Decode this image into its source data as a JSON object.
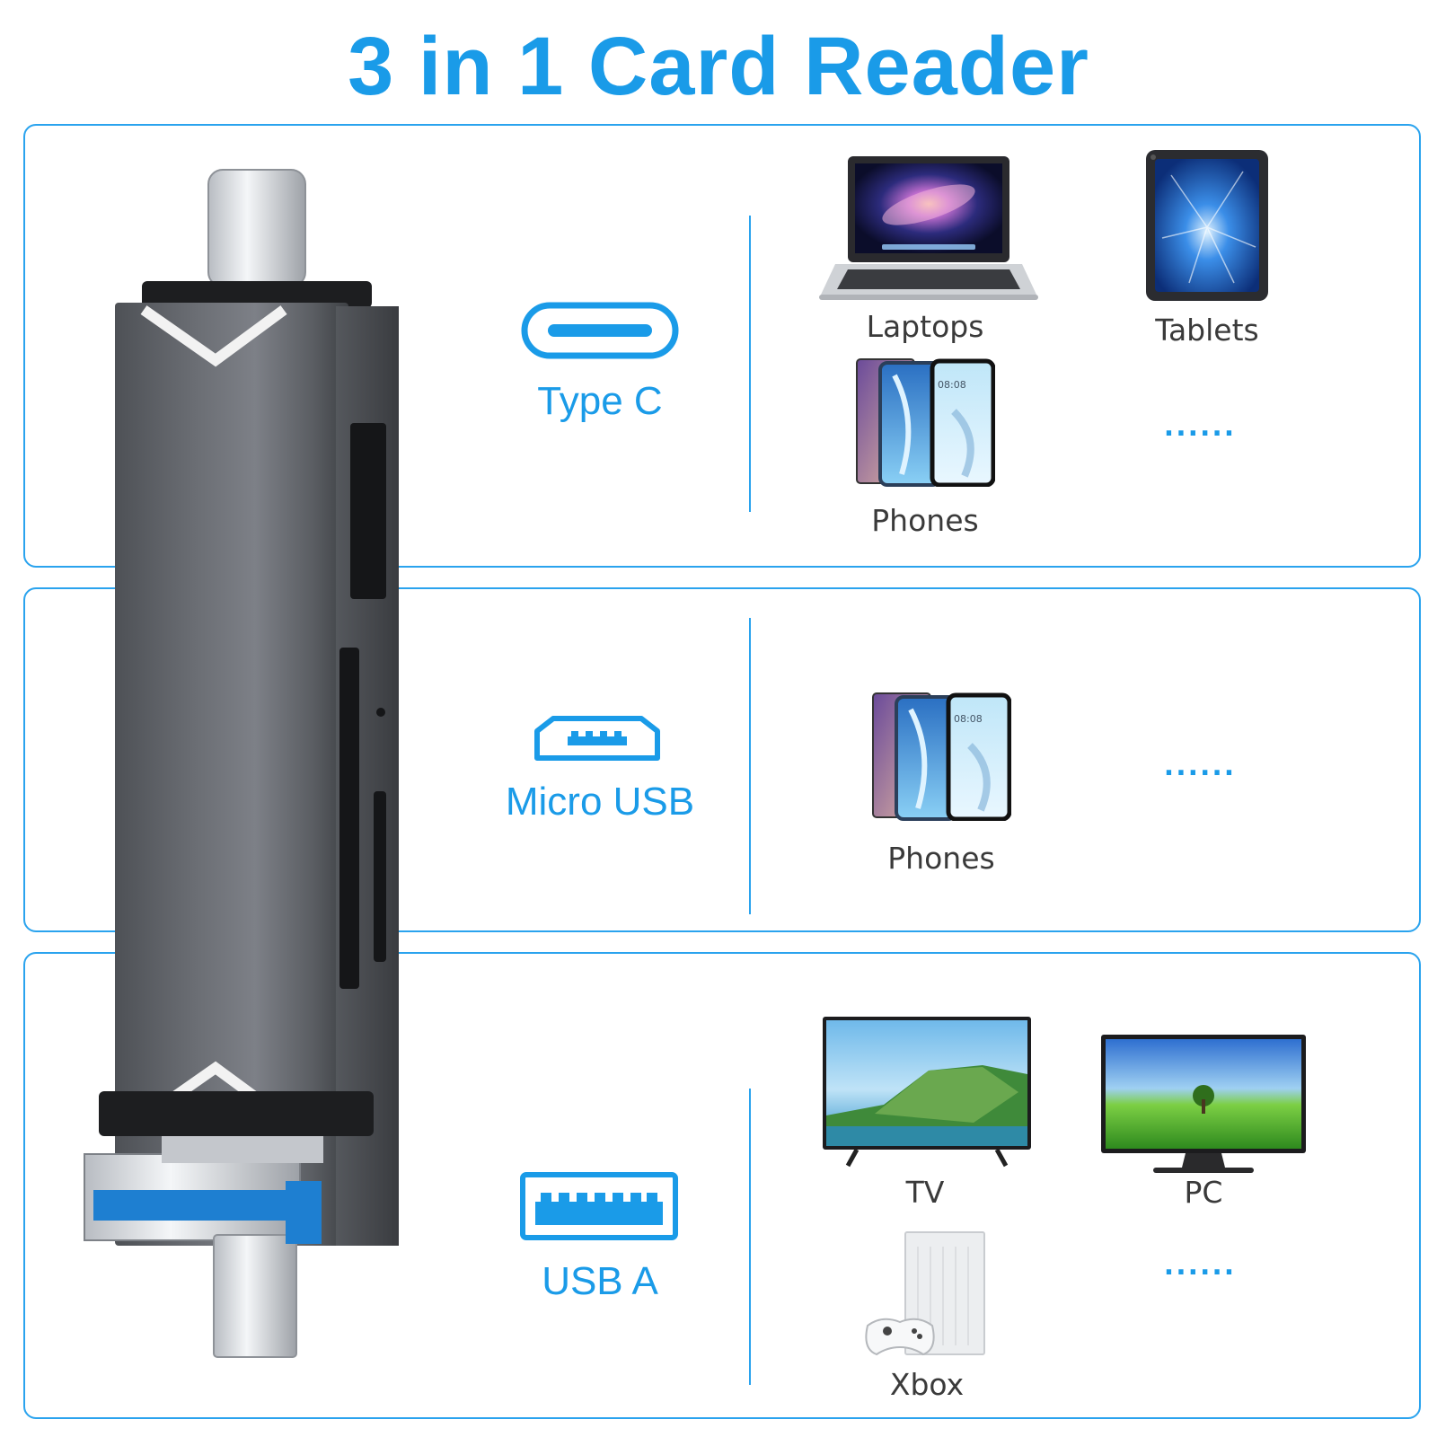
{
  "title": "3 in 1 Card Reader",
  "colors": {
    "accent": "#1a9be8",
    "border": "#2aa3ee",
    "reader_body": "#5f6268"
  },
  "sections": [
    {
      "port_label": "Type C",
      "port_icon": "usb-type-c-icon",
      "devices": [
        {
          "label": "Laptops",
          "icon": "laptop-icon"
        },
        {
          "label": "Tablets",
          "icon": "tablet-icon"
        },
        {
          "label": "Phones",
          "icon": "phones-icon"
        }
      ],
      "more": "......"
    },
    {
      "port_label": "Micro USB",
      "port_icon": "micro-usb-icon",
      "devices": [
        {
          "label": "Phones",
          "icon": "phones-icon"
        }
      ],
      "more": "......"
    },
    {
      "port_label": "USB A",
      "port_icon": "usb-a-icon",
      "devices": [
        {
          "label": "TV",
          "icon": "tv-icon"
        },
        {
          "label": "PC",
          "icon": "pc-monitor-icon"
        },
        {
          "label": "Xbox",
          "icon": "xbox-console-icon"
        }
      ],
      "more": "......"
    }
  ]
}
